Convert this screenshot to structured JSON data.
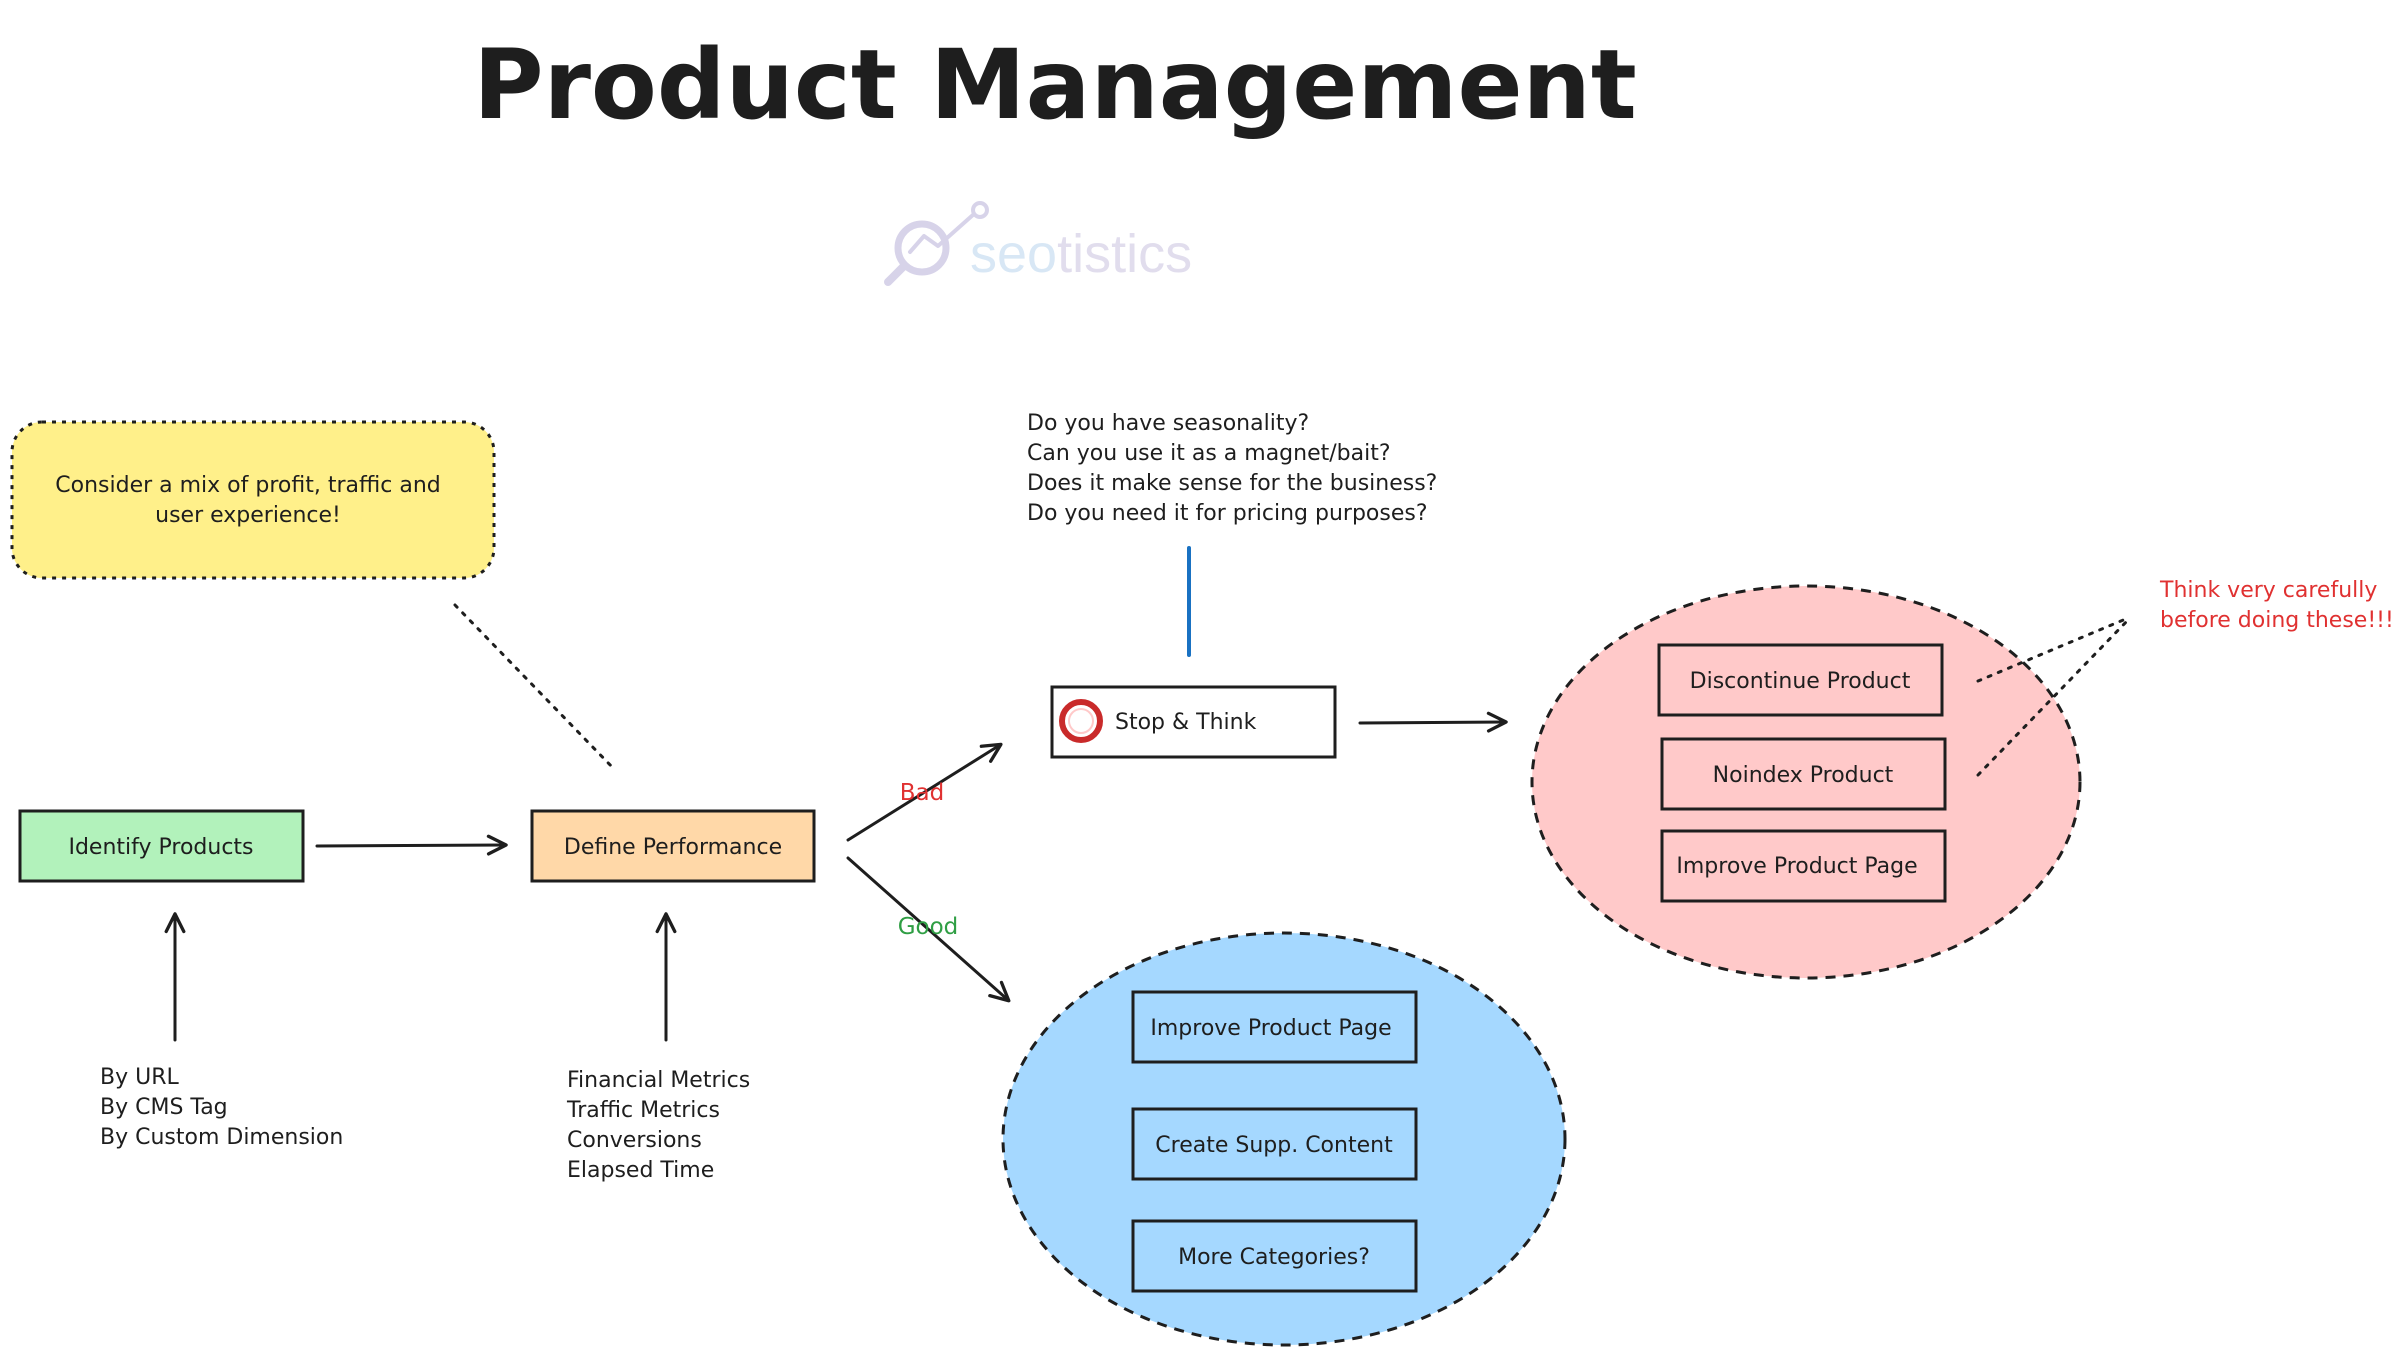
{
  "title": "Product Management",
  "watermark": {
    "seo": "seo",
    "tistics": "tistics"
  },
  "tip_note": {
    "line1": "Consider a mix of profit, traffic and",
    "line2": "user experience!"
  },
  "nodes": {
    "identify": "Identify Products",
    "define": "Define Performance",
    "stop": "Stop & Think"
  },
  "identify_notes": [
    "By URL",
    "By CMS Tag",
    "By Custom Dimension"
  ],
  "define_notes": [
    "Financial Metrics",
    "Traffic Metrics",
    "Conversions",
    "Elapsed Time"
  ],
  "questions": [
    "Do you have seasonality?",
    "Can you use it as a magnet/bait?",
    "Does it make sense for the business?",
    "Do you need it for pricing purposes?"
  ],
  "branch_labels": {
    "bad": "Bad",
    "good": "Good"
  },
  "bad_actions": [
    "Discontinue Product",
    "Noindex Product",
    "Improve Product Page"
  ],
  "good_actions": [
    "Improve Product Page",
    "Create Supp. Content",
    "More Categories?"
  ],
  "warning": {
    "line1": "Think very carefully",
    "line2": "before doing these!!!"
  },
  "colors": {
    "ink": "#1e1e1e",
    "yellow_note": "#fff08a",
    "identify_fill": "#b2f2bb",
    "define_fill": "#ffd8a8",
    "bad_ellipse": "#ffc9c9",
    "good_ellipse": "#a5d8ff",
    "bad_text": "#e03131",
    "good_text": "#2f9e44",
    "connector_blue": "#1971c2",
    "stop_icon": "#c92a2a"
  },
  "icons": {
    "stop_marker": "stop-circle-icon",
    "logo": "seotistics-logo-icon"
  }
}
